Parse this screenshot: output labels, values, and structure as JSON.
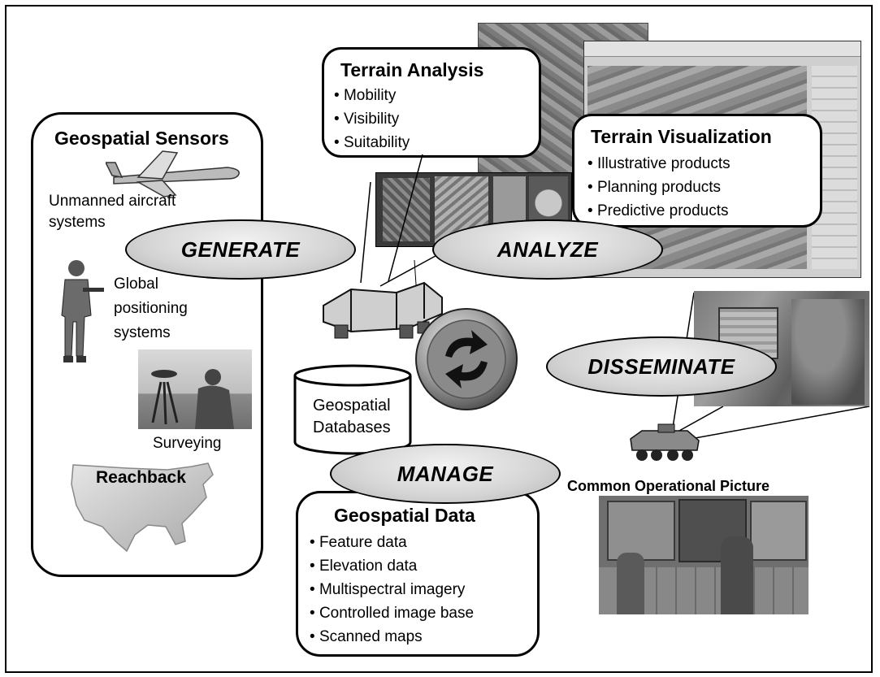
{
  "sensors_box": {
    "title": "Geospatial Sensors",
    "uas_label_1": "Unmanned aircraft",
    "uas_label_2": "systems",
    "gps_label_1": "Global",
    "gps_label_2": "positioning",
    "gps_label_3": "systems",
    "surveying_label": "Surveying",
    "reachback_label": "Reachback"
  },
  "terrain_analysis": {
    "title": "Terrain Analysis",
    "items": [
      "Mobility",
      "Visibility",
      "Suitability"
    ]
  },
  "terrain_visualization": {
    "title": "Terrain Visualization",
    "items": [
      "Illustrative products",
      "Planning products",
      "Predictive products"
    ]
  },
  "geospatial_data": {
    "title": "Geospatial Data",
    "items": [
      "Feature data",
      "Elevation data",
      "Multispectral imagery",
      "Controlled image base",
      "Scanned maps"
    ]
  },
  "databases": {
    "line1": "Geospatial",
    "line2": "Databases"
  },
  "cycle": {
    "generate": "GENERATE",
    "analyze": "ANALYZE",
    "manage": "MANAGE",
    "disseminate": "DISSEMINATE"
  },
  "cop_label": "Common Operational Picture"
}
